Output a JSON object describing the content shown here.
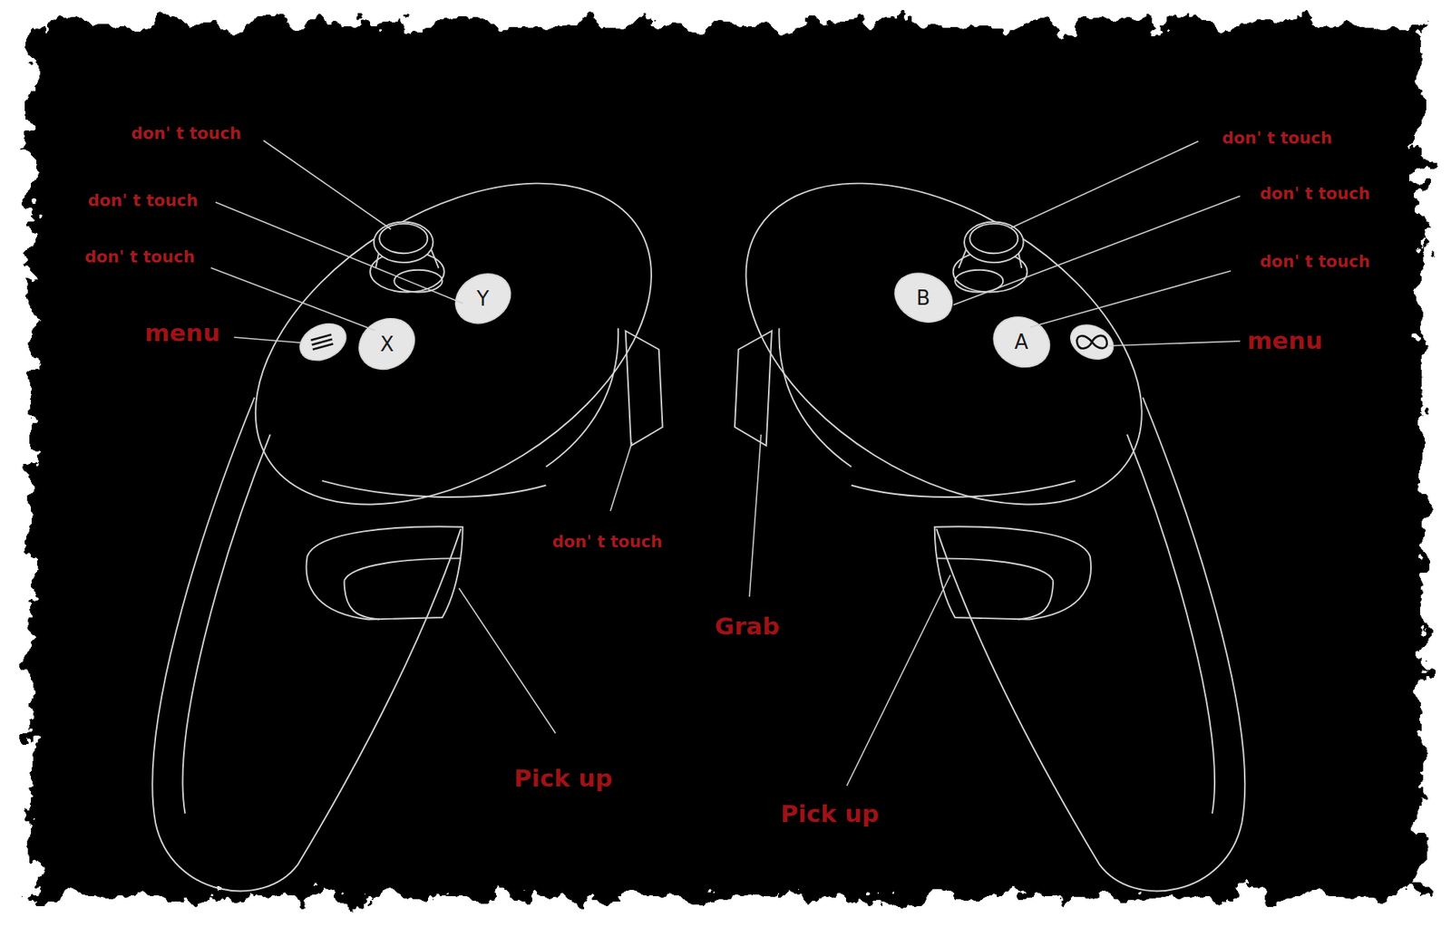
{
  "diagram": {
    "labels": [
      "don' t touch",
      "don' t touch",
      "don' t touch",
      "don' t touch",
      "don' t touch",
      "don' t touch",
      "Y",
      "B",
      "menu",
      "X",
      "A",
      "menu",
      "don' t touch",
      "Grab",
      "Pick up",
      "Pick up"
    ]
  }
}
